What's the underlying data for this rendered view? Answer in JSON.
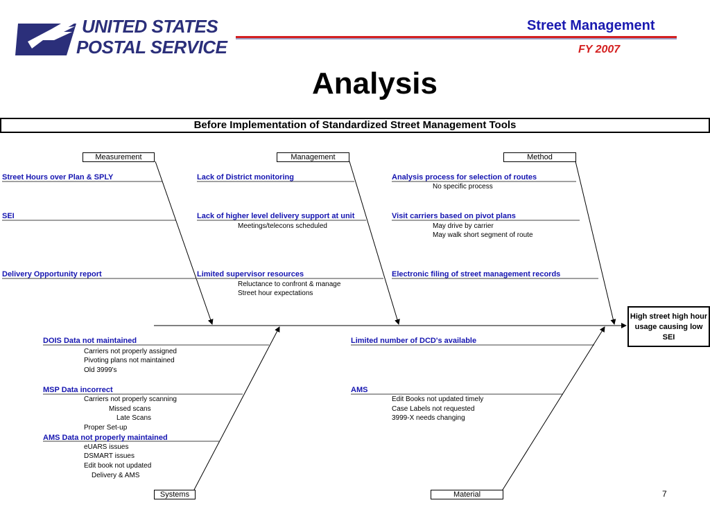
{
  "header": {
    "logo_line1": "UNITED STATES",
    "logo_line2": "POSTAL SERVICE",
    "title": "Street Management",
    "fiscal_year": "FY 2007"
  },
  "page_title": "Analysis",
  "banner": "Before Implementation of Standardized Street Management Tools",
  "categories": {
    "measurement": "Measurement",
    "management": "Management",
    "method": "Method",
    "systems": "Systems",
    "material": "Material"
  },
  "causes": {
    "measurement": [
      "Street Hours over Plan & SPLY",
      "SEI",
      "Delivery Opportunity report"
    ],
    "management": [
      "Lack of District monitoring",
      "Lack of higher level delivery support at unit",
      "Limited supervisor resources"
    ],
    "management_sub": [
      "Meetings/telecons scheduled",
      "Reluctance to confront & manage",
      "Street hour expectations"
    ],
    "method": [
      "Analysis process for selection of routes",
      "Visit carriers based on pivot plans",
      "Electronic filing of street management records"
    ],
    "method_sub": [
      "No specific process",
      "May drive by carrier",
      "May walk short segment of route"
    ],
    "systems": [
      "DOIS Data not maintained",
      "MSP Data incorrect",
      "AMS Data not properly maintained"
    ],
    "systems_sub": [
      "Carriers not properly assigned",
      "Pivoting plans not maintained",
      "Old 3999's",
      "Carriers not properly scanning",
      "Missed scans",
      "Late Scans",
      "Proper Set-up",
      "eUARS issues",
      "DSMART issues",
      "Edit book not updated",
      "Delivery & AMS"
    ],
    "material": [
      "Limited number of DCD's available",
      "AMS"
    ],
    "material_sub": [
      "Edit Books not updated timely",
      "Case Labels not requested",
      "3999-X needs changing"
    ]
  },
  "effect": "High street high hour usage causing low SEI",
  "page_number": "7",
  "colors": {
    "cause_text": "#1515b0",
    "header_blue": "#1a1ab0",
    "fy_red": "#d42020",
    "logo_navy": "#2b2f7a",
    "rule_red": "#d42020"
  }
}
